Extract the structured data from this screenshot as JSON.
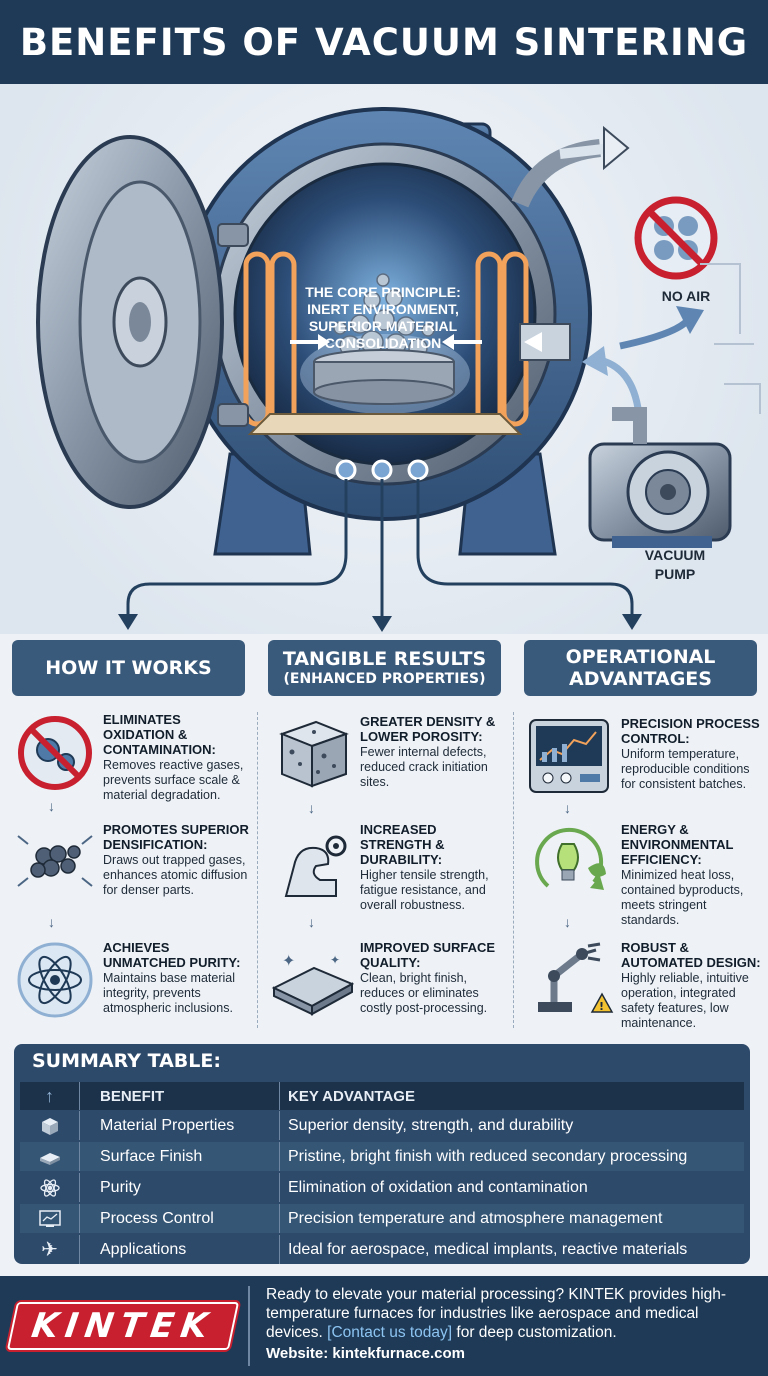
{
  "header": {
    "title": "BENEFITS OF VACUUM SINTERING"
  },
  "hero": {
    "core_line1": "THE CORE PRINCIPLE:",
    "core_line2": "INERT ENVIRONMENT,",
    "core_line3": "SUPERIOR MATERIAL",
    "core_line4": "CONSOLIDATION",
    "no_air_label": "NO AIR",
    "pump_label_line1": "VACUUM",
    "pump_label_line2": "PUMP"
  },
  "columns": [
    {
      "heading": "HOW IT WORKS",
      "heading_sub": "",
      "items": [
        {
          "icon": "no-oxidation-icon",
          "title": "ELIMINATES OXIDATION & CONTAMINATION:",
          "text": "Removes reactive gases, prevents surface scale & material degradation."
        },
        {
          "icon": "densification-icon",
          "title": "PROMOTES SUPERIOR DENSIFICATION:",
          "text": "Draws out trapped gases, enhances atomic diffusion for denser parts."
        },
        {
          "icon": "atom-icon",
          "title": "ACHIEVES UNMATCHED PURITY:",
          "text": "Maintains base material integrity, prevents atmospheric inclusions."
        }
      ]
    },
    {
      "heading": "TANGIBLE RESULTS",
      "heading_sub": "(ENHANCED PROPERTIES)",
      "items": [
        {
          "icon": "dense-cube-icon",
          "title": "GREATER DENSITY & LOWER POROSITY:",
          "text": "Fewer internal defects, reduced crack initiation sites."
        },
        {
          "icon": "strength-arm-icon",
          "title": "INCREASED STRENGTH & DURABILITY:",
          "text": "Higher tensile strength, fatigue resistance, and overall robustness."
        },
        {
          "icon": "shiny-surface-icon",
          "title": "IMPROVED SURFACE QUALITY:",
          "text": "Clean, bright finish, reduces or eliminates costly post-processing."
        }
      ]
    },
    {
      "heading": "OPERATIONAL ADVANTAGES",
      "heading_sub": "",
      "items": [
        {
          "icon": "control-panel-icon",
          "title": "PRECISION PROCESS CONTROL:",
          "text": "Uniform temperature, reproducible conditions for consistent batches."
        },
        {
          "icon": "eco-bulb-icon",
          "title": "ENERGY & ENVIRONMENTAL EFFICIENCY:",
          "text": "Minimized heat loss, contained byproducts, meets stringent standards."
        },
        {
          "icon": "robot-arm-icon",
          "title": "ROBUST & AUTOMATED DESIGN:",
          "text": "Highly reliable, intuitive operation, integrated safety features, low maintenance."
        }
      ]
    }
  ],
  "summary": {
    "title": "SUMMARY TABLE:",
    "header_icon": "up-arrow-icon",
    "col_benefit": "BENEFIT",
    "col_advantage": "KEY ADVANTAGE",
    "rows": [
      {
        "icon": "cube-icon",
        "benefit": "Material Properties",
        "advantage": "Superior density, strength, and durability"
      },
      {
        "icon": "surface-icon",
        "benefit": "Surface Finish",
        "advantage": "Pristine, bright finish with reduced secondary processing"
      },
      {
        "icon": "atom-icon",
        "benefit": "Purity",
        "advantage": "Elimination of oxidation and contamination"
      },
      {
        "icon": "monitor-icon",
        "benefit": "Process Control",
        "advantage": "Precision temperature and atmosphere management"
      },
      {
        "icon": "airplane-icon",
        "benefit": "Applications",
        "advantage": "Ideal for aerospace, medical implants, reactive materials"
      }
    ]
  },
  "footer": {
    "logo": "KINTEK",
    "text_before": "Ready to elevate your material processing? KINTEK provides high-temperature furnaces for industries like aerospace and medical devices. ",
    "link": "[Contact us today]",
    "text_after": " for deep customization.",
    "website": "Website: kintekfurnace.com"
  },
  "colors": {
    "navy": "#1f3a56",
    "panel": "#3a5a7c",
    "summary": "#2e4a6b",
    "accent_red": "#c8202f",
    "link": "#8cc4f2"
  }
}
